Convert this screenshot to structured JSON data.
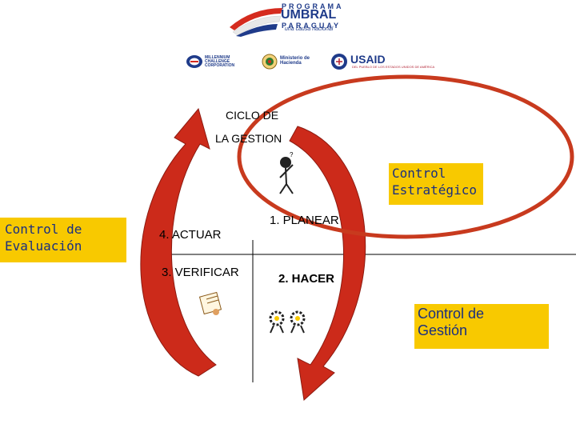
{
  "header": {
    "logo_line1": "PROGRAMA",
    "logo_line2": "UMBRAL",
    "logo_line3": "PARAGUAY",
    "logo_slogan": "una causa nacional",
    "partner1_text": "MILLENNIUM CHALLENGE CORPORATION",
    "partner2_text": "Ministerio de Hacienda",
    "partner3_name": "USAID",
    "partner3_sub": "DEL PUEBLO DE LOS ESTADOS UNIDOS DE AMÉRICA"
  },
  "diagram": {
    "title_line1": "CICLO DE",
    "title_line2": "LA GESTION",
    "quadrants": {
      "q1": "1. PLANEAR",
      "q2": "2. HACER",
      "q3": "3. VERIFICAR",
      "q4": "4. ACTUAR"
    },
    "boxes": {
      "left_line1": "Control de",
      "left_line2": "Evaluación",
      "top_line1": "Control",
      "top_line2": "Estratégico",
      "bottom_line1": "Control de",
      "bottom_line2": "Gestión"
    }
  },
  "colors": {
    "arrow_red": "#cc2a1a",
    "arrow_dark": "#8c1a10",
    "box_yellow": "#f8c900",
    "box_text": "#1a2f80",
    "ellipse": "#c83a1e"
  },
  "icons": [
    "paraguay-flag-swoosh-icon",
    "thinking-person-icon",
    "writing-hand-icon",
    "gears-icon"
  ]
}
